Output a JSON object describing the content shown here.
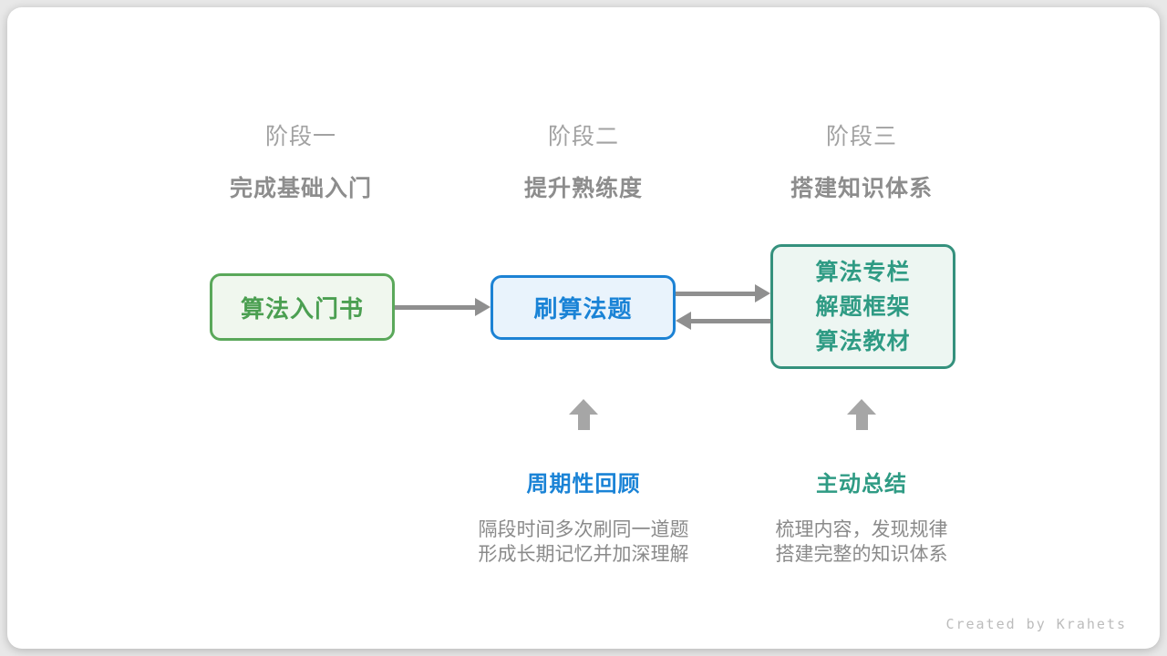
{
  "stages": [
    {
      "label": "阶段一",
      "subtitle": "完成基础入门"
    },
    {
      "label": "阶段二",
      "subtitle": "提升熟练度"
    },
    {
      "label": "阶段三",
      "subtitle": "搭建知识体系"
    }
  ],
  "boxes": {
    "book": {
      "title": "算法入门书"
    },
    "practice": {
      "title": "刷算法题"
    },
    "resources": {
      "lines": [
        "算法专栏",
        "解题框架",
        "算法教材"
      ]
    }
  },
  "annotations": [
    {
      "title": "周期性回顾",
      "lines": [
        "隔段时间多次刷同一道题",
        "形成长期记忆并加深理解"
      ]
    },
    {
      "title": "主动总结",
      "lines": [
        "梳理内容，发现规律",
        "搭建完整的知识体系"
      ]
    }
  ],
  "footer": {
    "credit": "Created by Krahets"
  },
  "colors": {
    "green_border": "#5aa85a",
    "green_text": "#4b9f51",
    "green_bg": "#f0f7ee",
    "blue_border": "#1c82d4",
    "blue_text": "#1a83d6",
    "blue_bg": "#e9f3fc",
    "teal_border": "#35917d",
    "teal_text": "#2f9b84",
    "teal_bg": "#edf6f2",
    "arrow_gray": "#8f8f8f",
    "block_arrow_gray": "#a6a6a6",
    "stage_label_gray": "#a2a2a2",
    "stage_subtitle_gray": "#8d8d8d",
    "desc_gray": "#8a8a8a",
    "credit_gray": "#bcbcbc",
    "card_bg": "#ffffff",
    "page_bg": "#e8e8e8"
  }
}
